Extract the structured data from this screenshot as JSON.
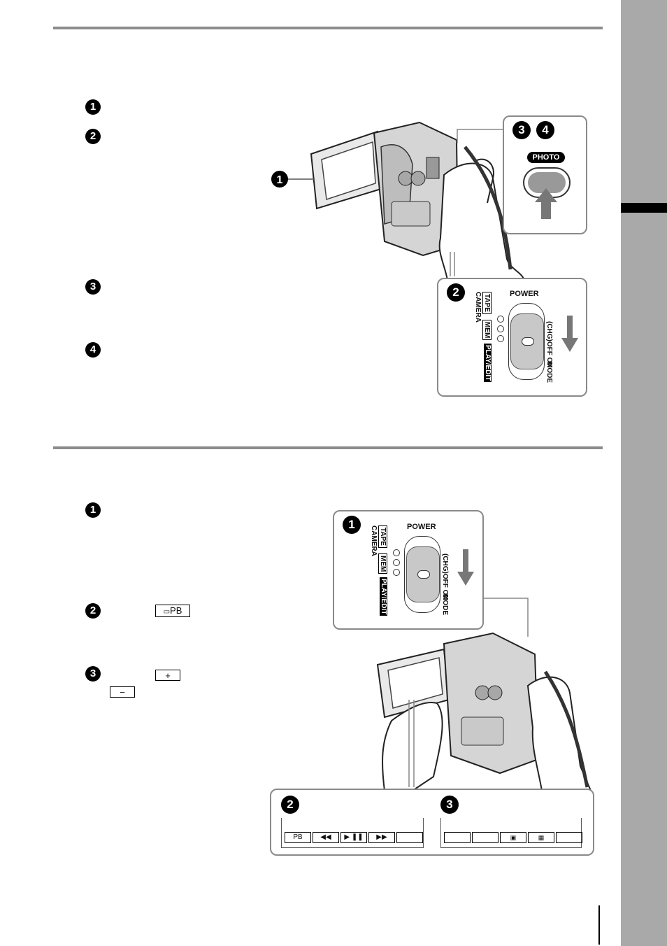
{
  "section1": {
    "steps": [
      {
        "num": "1"
      },
      {
        "num": "2"
      },
      {
        "num": "3"
      },
      {
        "num": "4"
      }
    ],
    "callout_photo": {
      "step_nums": [
        "3",
        "4"
      ],
      "photo_label": "PHOTO"
    },
    "callout_power": {
      "step_num": "2",
      "power_label": "POWER",
      "chg_off": "(CHG)OFF",
      "on": "ON",
      "mode": "MODE",
      "tape": "TAPE",
      "mem": "MEM",
      "camera": "CAMERA",
      "play_edit": "PLAY/EDIT"
    },
    "camera_callout_num": "1"
  },
  "section2": {
    "steps": [
      {
        "num": "1"
      },
      {
        "num": "2",
        "button_label": "PB"
      },
      {
        "num": "3",
        "plus_label": "+",
        "minus_label": "−"
      }
    ],
    "callout_power": {
      "step_num": "1",
      "power_label": "POWER",
      "chg_off": "(CHG)OFF",
      "on": "ON",
      "mode": "MODE",
      "tape": "TAPE",
      "mem": "MEM",
      "camera": "CAMERA",
      "play_edit": "PLAY/EDIT"
    },
    "screen_panel": {
      "left_num": "2",
      "right_num": "3",
      "left_buttons": [
        "PB",
        "◀◀",
        "▶ ❚❚",
        "▶▶",
        ""
      ],
      "right_buttons": [
        "",
        "",
        "",
        "",
        ""
      ]
    }
  }
}
